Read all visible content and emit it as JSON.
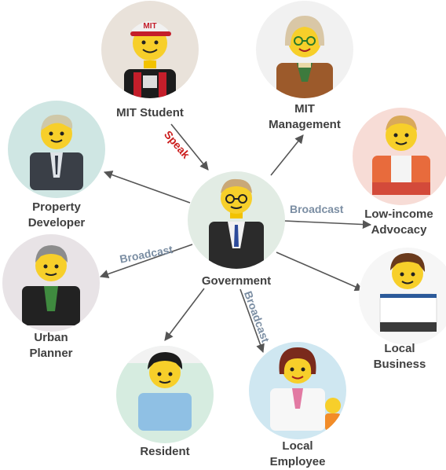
{
  "nodes": {
    "mit_student": {
      "label": "MIT Student",
      "bg": "#e9e2da",
      "icon": "lego-student-avatar"
    },
    "mit_management": {
      "label_line1": "MIT",
      "label_line2": "Management",
      "bg": "#f1f1f1",
      "icon": "lego-manager-avatar"
    },
    "property_developer": {
      "label_line1": "Property",
      "label_line2": "Developer",
      "bg": "#cfe6e3",
      "icon": "lego-developer-avatar"
    },
    "government": {
      "label": "Government",
      "bg": "#e2ece4",
      "icon": "lego-government-avatar"
    },
    "low_income_advocacy": {
      "label_line1": "Low-income",
      "label_line2": "Advocacy",
      "bg": "#f7dcd6",
      "icon": "lego-advocate-avatar"
    },
    "urban_planner": {
      "label_line1": "Urban",
      "label_line2": "Planner",
      "bg": "#e8e3e6",
      "icon": "lego-planner-avatar"
    },
    "local_business": {
      "label_line1": "Local",
      "label_line2": "Business",
      "bg": "#f6f6f6",
      "icon": "lego-business-avatar"
    },
    "resident": {
      "label": "Resident",
      "bg": "#d6ece0",
      "icon": "lego-resident-avatar"
    },
    "local_employee": {
      "label_line1": "Local",
      "label_line2": "Employee",
      "bg": "#cfe7f1",
      "icon": "lego-employee-avatar"
    }
  },
  "edges": {
    "speak": {
      "label": "Speak",
      "color": "#cc1f1f"
    },
    "broadcast_right": {
      "label": "Broadcast",
      "color": "#7b8ea3"
    },
    "broadcast_left": {
      "label": "Broadcast",
      "color": "#7b8ea3"
    },
    "broadcast_down": {
      "label": "Broadcast",
      "color": "#7b8ea3"
    }
  },
  "colors": {
    "arrow": "#555555",
    "label_text": "#404040"
  }
}
